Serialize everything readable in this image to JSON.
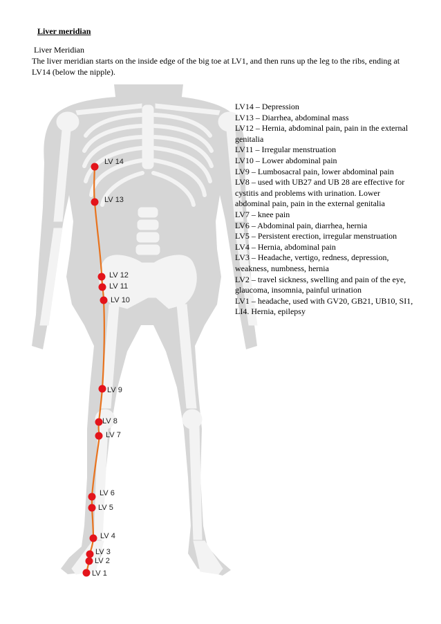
{
  "document": {
    "heading": "Liver meridian",
    "subheading": "Liver Meridian",
    "intro": "The liver meridian starts on the inside edge of the big toe at LV1, and then runs up the leg to the ribs, ending at LV14 (below the nipple)."
  },
  "colors": {
    "skin": "#d6d6d6",
    "bone": "#f3f3f3",
    "meridian_line": "#e8731e",
    "point": "#e3141b"
  },
  "figure": {
    "point_labels": [
      "LV 14",
      "LV 13",
      "LV 12",
      "LV 11",
      "LV 10",
      "LV 9",
      "LV 8",
      "LV 7",
      "LV 6",
      "LV 5",
      "LV 4",
      "LV 3",
      "LV 2",
      "LV 1"
    ]
  },
  "points": [
    "LV14 – Depression",
    "LV13 – Diarrhea, abdominal mass",
    "LV12 – Hernia, abdominal pain, pain in the external genitalia",
    "LV11 – Irregular menstruation",
    "LV10 – Lower abdominal pain",
    "LV9 – Lumbosacral pain, lower abdominal pain",
    "LV8 – used with UB27 and UB 28 are effective for cystitis and problems with urination. Lower abdominal pain, pain in the external genitalia",
    "LV7 – knee pain",
    "LV6 – Abdominal pain, diarrhea, hernia",
    "LV5 – Persistent erection, irregular menstruation",
    "LV4 – Hernia, abdominal pain",
    "LV3 – Headache, vertigo, redness, depression, weakness, numbness, hernia",
    "LV2 – travel sickness, swelling and pain of the eye, glaucoma, insomnia, painful urination",
    "LV1 – headache, used with GV20, GB21, UB10, SI1, LI4. Hernia, epilepsy"
  ]
}
